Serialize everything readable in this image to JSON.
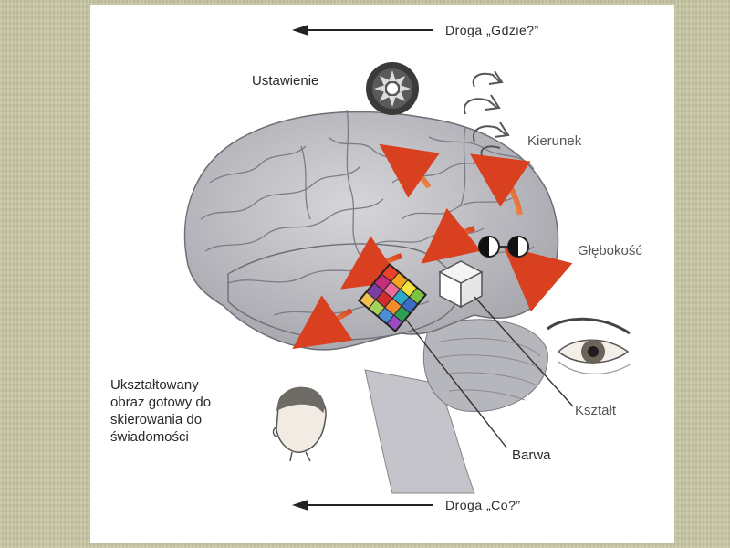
{
  "labels": {
    "route_top": "Droga „Gdzie?”",
    "route_bottom": "Droga „Co?”",
    "orientation": "Ustawienie",
    "direction": "Kierunek",
    "depth": "Głębokość",
    "shape": "Kształt",
    "color": "Barwa",
    "caption_line1": "Ukształtowany",
    "caption_line2": "obraz gotowy do",
    "caption_line3": "skierowania do",
    "caption_line4": "świadomości"
  },
  "icons": {
    "orientation": "orientation-wheel-icon",
    "direction": "rotation-arrows-icon",
    "depth": "stereo-eyes-icon",
    "shape": "cube-icon",
    "color": "color-grid-icon",
    "eye": "eye-icon",
    "head": "human-head-icon"
  },
  "colors": {
    "arrow": "#d24a2a",
    "brain": "#bdbdc3",
    "frame": "#c8c7a4"
  }
}
